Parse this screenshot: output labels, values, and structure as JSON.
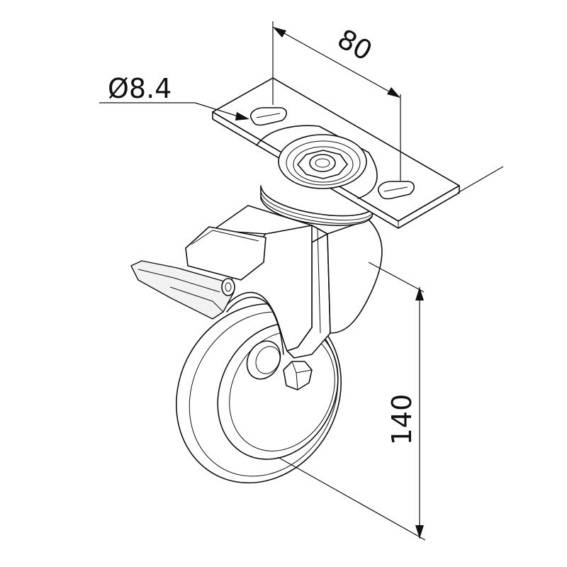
{
  "drawing": {
    "dimensions": {
      "hole_diameter": "Ø8.4",
      "plate_hole_spacing": "80",
      "overall_height": "140"
    }
  }
}
